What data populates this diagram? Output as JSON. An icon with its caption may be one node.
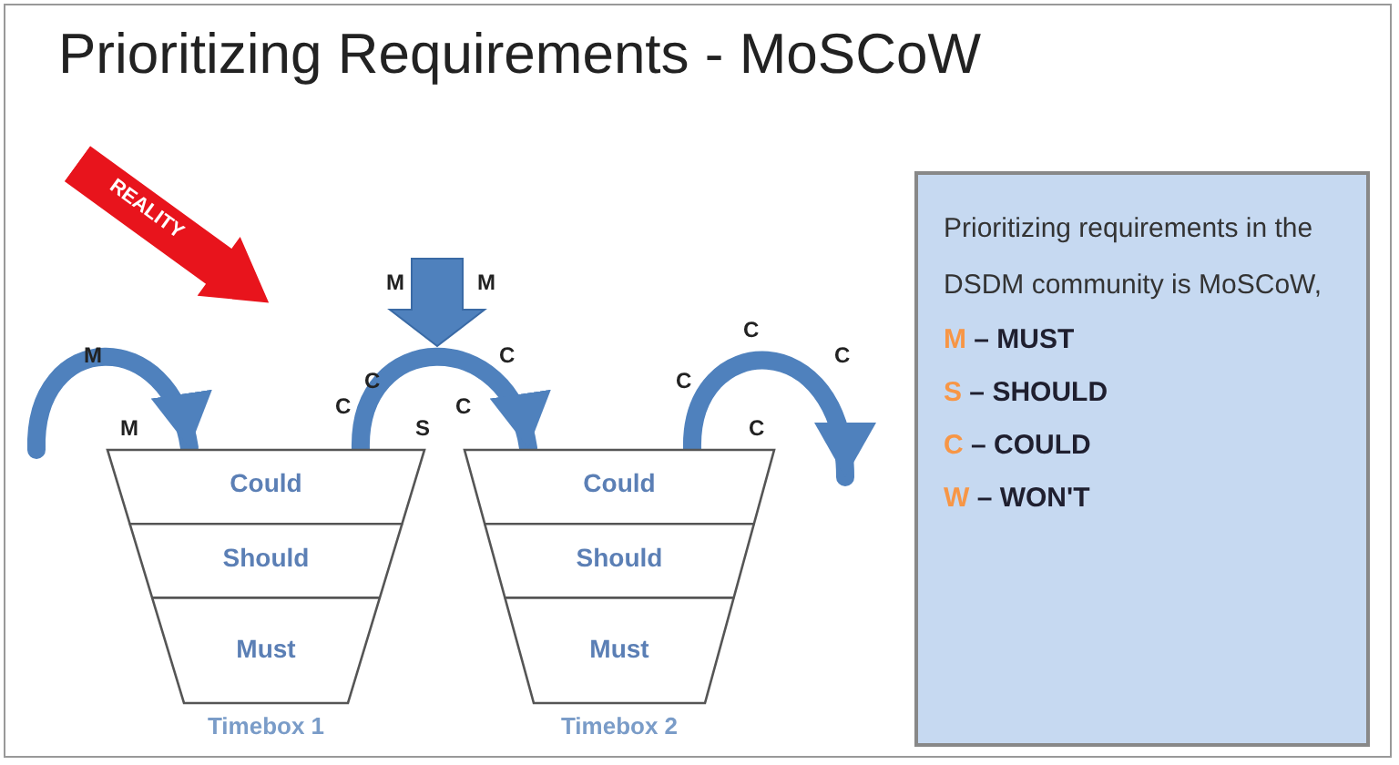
{
  "diagram": {
    "title": "Prioritizing Requirements - MoSCoW",
    "nodes": [
      {
        "text": [
          "REALITY"
        ]
      },
      {
        "text": [
          "Timebox 1"
        ]
      },
      {
        "text": [
          "Could"
        ],
        "in": 1
      },
      {
        "text": [
          "Should"
        ],
        "in": 1
      },
      {
        "text": [
          "Must"
        ],
        "in": 1
      },
      {
        "text": [
          "Timebox 2"
        ]
      },
      {
        "text": [
          "Could"
        ],
        "in": 5
      },
      {
        "text": [
          "Should"
        ],
        "in": 5
      },
      {
        "text": [
          "Must"
        ],
        "in": 5
      },
      {
        "text": [
          "Prioritizing requirements in the DSDM community is MoSCoW,",
          "M – MUST",
          "S – SHOULD",
          "C – COULD",
          "W – WON'T"
        ]
      }
    ],
    "edges": [
      {
        "from": null,
        "to": 1,
        "arrow": "to"
      },
      {
        "from": 1,
        "to": 5,
        "arrow": "to"
      },
      {
        "from": 5,
        "to": null,
        "arrow": "to"
      }
    ],
    "labels": [
      "M",
      "M",
      "C",
      "M",
      "C",
      "C",
      "C",
      "C",
      "C",
      "C",
      "M",
      "S",
      "C"
    ]
  }
}
